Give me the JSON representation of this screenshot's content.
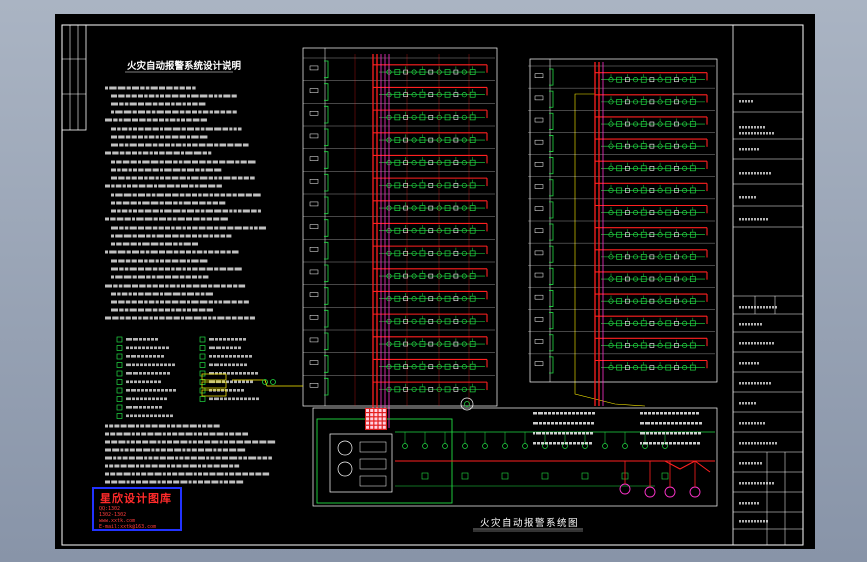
{
  "drawing": {
    "title": "火灾自动报警系统设计说明",
    "diagram_title": "火灾自动报警系统图"
  },
  "logo": {
    "name": "星欣设计图库",
    "lines": [
      "QQ:1302",
      "1302-1302",
      "www.xxtk.com",
      "E-mail:xxtk@163.com"
    ]
  },
  "colors": {
    "background": "#000000",
    "frame": "#ffffff",
    "trunk_red": "#ff2020",
    "device_green": "#22dd44",
    "annotation_yellow": "#ffee00",
    "cable_magenta": "#ff33cc",
    "logo_border": "#2233ff",
    "logo_text": "#ff2a2a"
  }
}
